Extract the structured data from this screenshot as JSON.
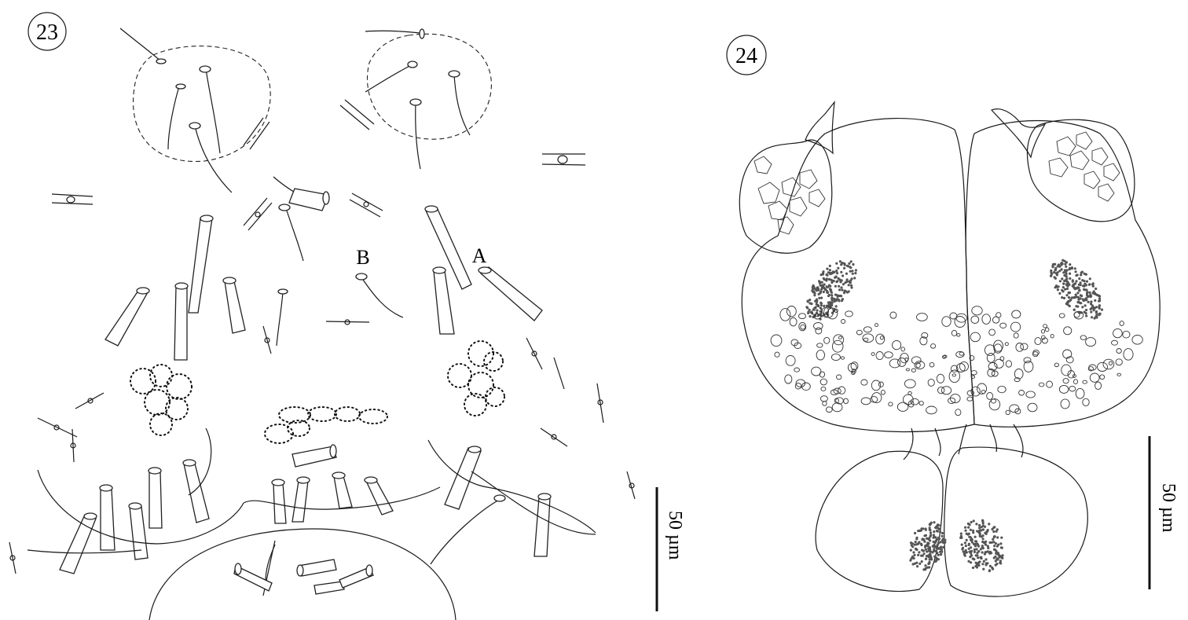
{
  "figures": [
    {
      "number": "23",
      "labels": [
        "A",
        "B"
      ],
      "scale_bar": "50 µm"
    },
    {
      "number": "24",
      "scale_bar": "50 µm"
    }
  ]
}
